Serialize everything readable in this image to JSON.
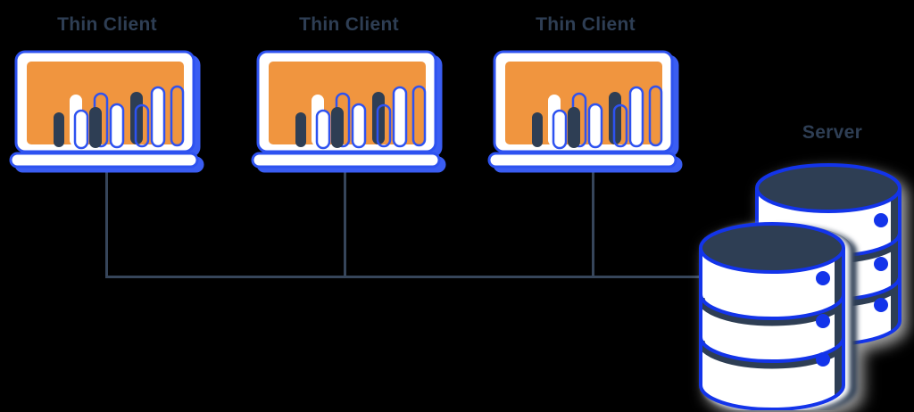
{
  "clients": [
    {
      "label": "Thin Client"
    },
    {
      "label": "Thin Client"
    },
    {
      "label": "Thin Client"
    }
  ],
  "server": {
    "label": "Server"
  },
  "icons": {
    "client": "laptop-bar-chart-icon",
    "server": "database-stack-icon"
  },
  "colors": {
    "background": "#000000",
    "label_text": "#2E3E54",
    "orange": "#F0953F",
    "navy": "#2E3E54",
    "blue": "#2E52F0",
    "server_blue": "#1334EA",
    "shadow_blue": "#3A5DF2",
    "connector": "#36455A"
  }
}
